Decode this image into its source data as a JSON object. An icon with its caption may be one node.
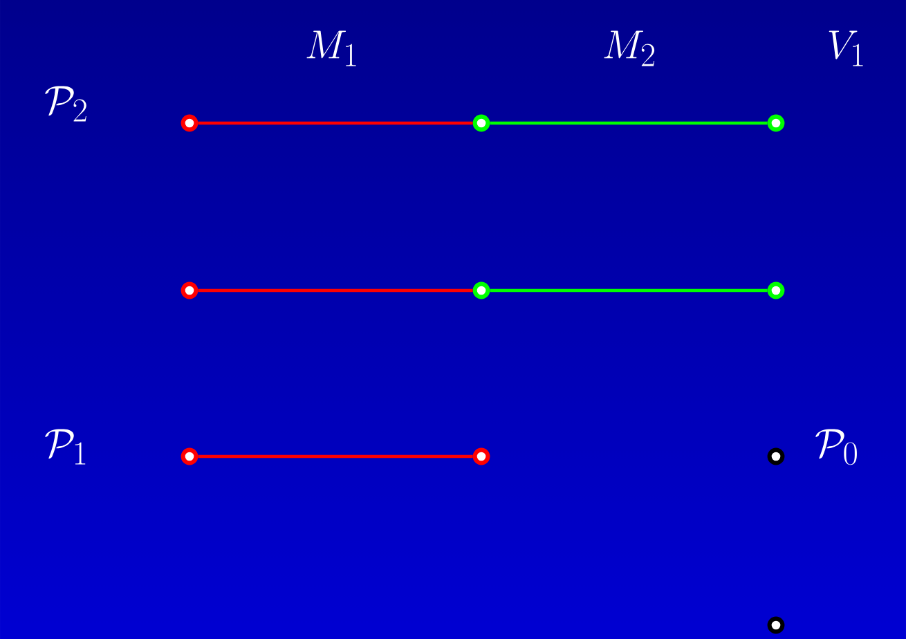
{
  "diagram": {
    "nodes": [
      {
        "text": [],
        "shape": "circle"
      },
      {
        "text": [],
        "shape": "circle"
      },
      {
        "text": [],
        "shape": "circle"
      },
      {
        "text": [],
        "shape": "circle"
      },
      {
        "text": [],
        "shape": "circle"
      },
      {
        "text": [],
        "shape": "circle"
      },
      {
        "text": [],
        "shape": "circle"
      },
      {
        "text": [],
        "shape": "circle"
      },
      {
        "text": [],
        "shape": "circle",
        "beside": [
          "\\mathcal{P}_0"
        ]
      },
      {
        "text": [],
        "shape": "circle"
      }
    ],
    "edges": [
      {
        "from": 0,
        "to": 1,
        "arrow": "none",
        "color": "#ff0000"
      },
      {
        "from": 1,
        "to": 2,
        "arrow": "none",
        "color": "#00ff00"
      },
      {
        "from": 3,
        "to": 4,
        "arrow": "none",
        "color": "#ff0000"
      },
      {
        "from": 4,
        "to": 5,
        "arrow": "none",
        "color": "#00ff00"
      },
      {
        "from": 6,
        "to": 7,
        "arrow": "none",
        "color": "#ff0000"
      }
    ],
    "labels": [
      "M_1",
      "M_2",
      "V_1",
      "\\mathcal{P}_2",
      "\\mathcal{P}_1"
    ]
  }
}
